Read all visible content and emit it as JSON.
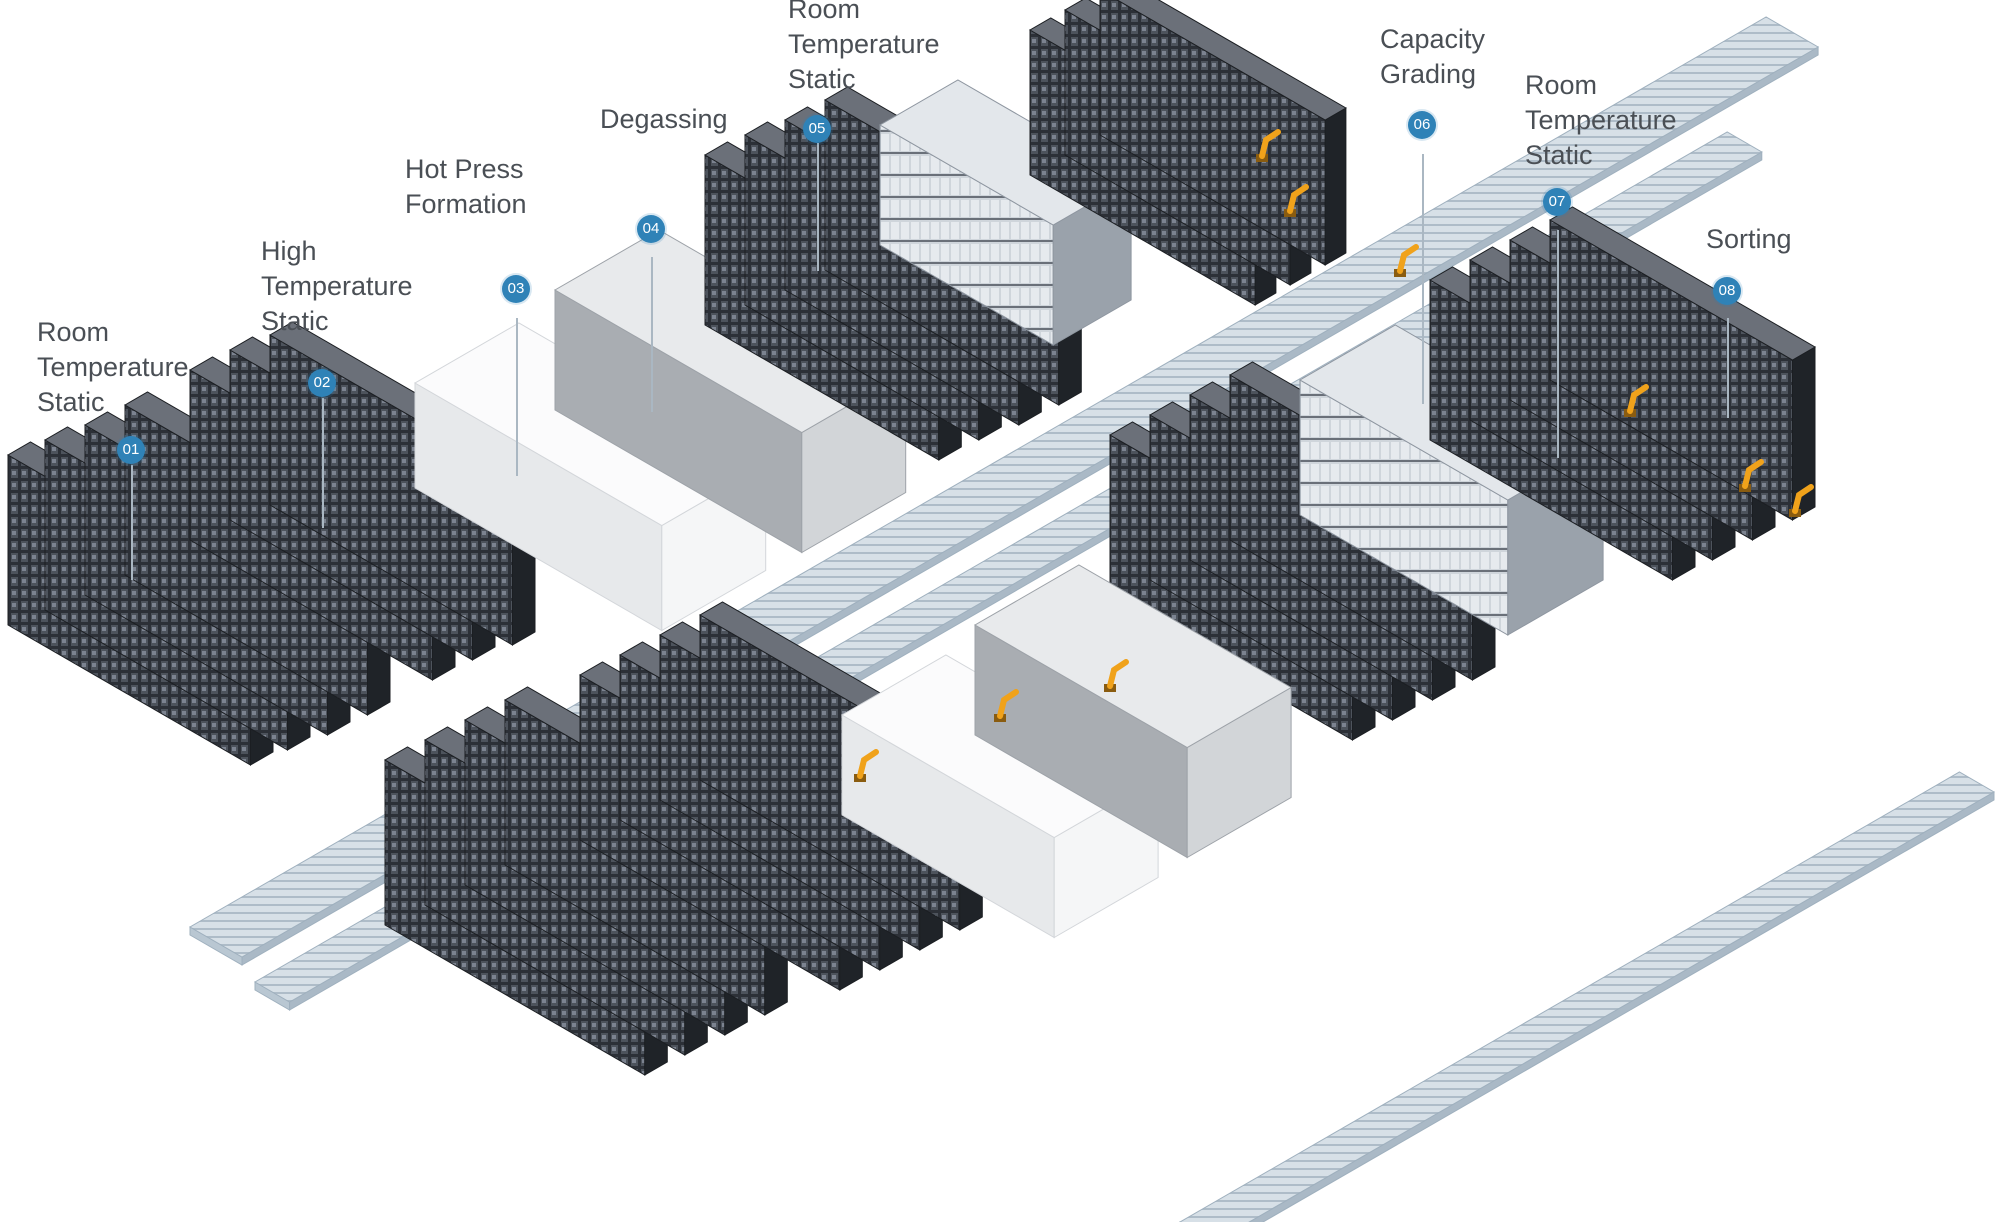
{
  "colors": {
    "marker": "#2f82b7",
    "label_text": "#4a4f55",
    "rack_dark": "#2a2e35",
    "rack_top": "#6b7079",
    "conveyor": "#c9d6e0",
    "robot": "#f0a21b",
    "chamber_light": "#eceef0",
    "chamber_dark": "#b8bbbf"
  },
  "stations": [
    {
      "id": "01",
      "lines": [
        "Room",
        "Temperature",
        "Static"
      ]
    },
    {
      "id": "02",
      "lines": [
        "High",
        "Temperature",
        "Static"
      ]
    },
    {
      "id": "03",
      "lines": [
        "Hot Press",
        "Formation"
      ]
    },
    {
      "id": "04",
      "lines": [
        "Degassing"
      ]
    },
    {
      "id": "05",
      "lines": [
        "Room",
        "Temperature",
        "Static"
      ]
    },
    {
      "id": "06",
      "lines": [
        "Capacity",
        "Grading"
      ]
    },
    {
      "id": "07",
      "lines": [
        "Room",
        "Temperature",
        "Static"
      ]
    },
    {
      "id": "08",
      "lines": [
        "Sorting"
      ]
    }
  ]
}
